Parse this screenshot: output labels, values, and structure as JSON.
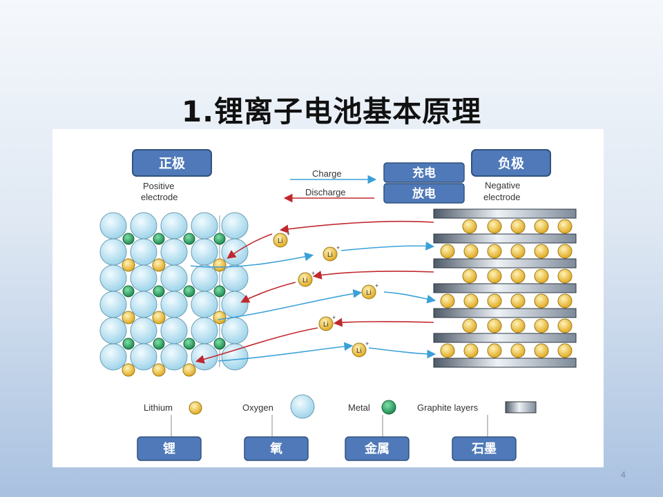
{
  "slide": {
    "title": "1.锂离子电池基本原理",
    "page_number": "4"
  },
  "diagram": {
    "positive_label_cn": "正极",
    "positive_label_en": [
      "Positive",
      "electrode"
    ],
    "negative_label_cn": "负极",
    "negative_label_en": [
      "Negative",
      "electrode"
    ],
    "charge_en": "Charge",
    "discharge_en": "Discharge",
    "charge_cn": "充电",
    "discharge_cn": "放电",
    "ion_label": "Li",
    "ion_charge": "+",
    "legend": [
      {
        "en": "Lithium",
        "cn": "锂",
        "symbol": "lithium"
      },
      {
        "en": "Oxygen",
        "cn": "氧",
        "symbol": "oxygen"
      },
      {
        "en": "Metal",
        "cn": "金属",
        "symbol": "metal"
      },
      {
        "en": "Graphite layers",
        "cn": "石墨",
        "symbol": "graphite"
      }
    ],
    "colors": {
      "badge": "#4f79b8",
      "oxygen": "#bfe6f4",
      "metal": "#2fa56a",
      "lithium": "#f3c548",
      "charge_arrow": "#3aa0d8",
      "discharge_arrow": "#c0282e",
      "graphite": "#9aa8b8"
    }
  }
}
